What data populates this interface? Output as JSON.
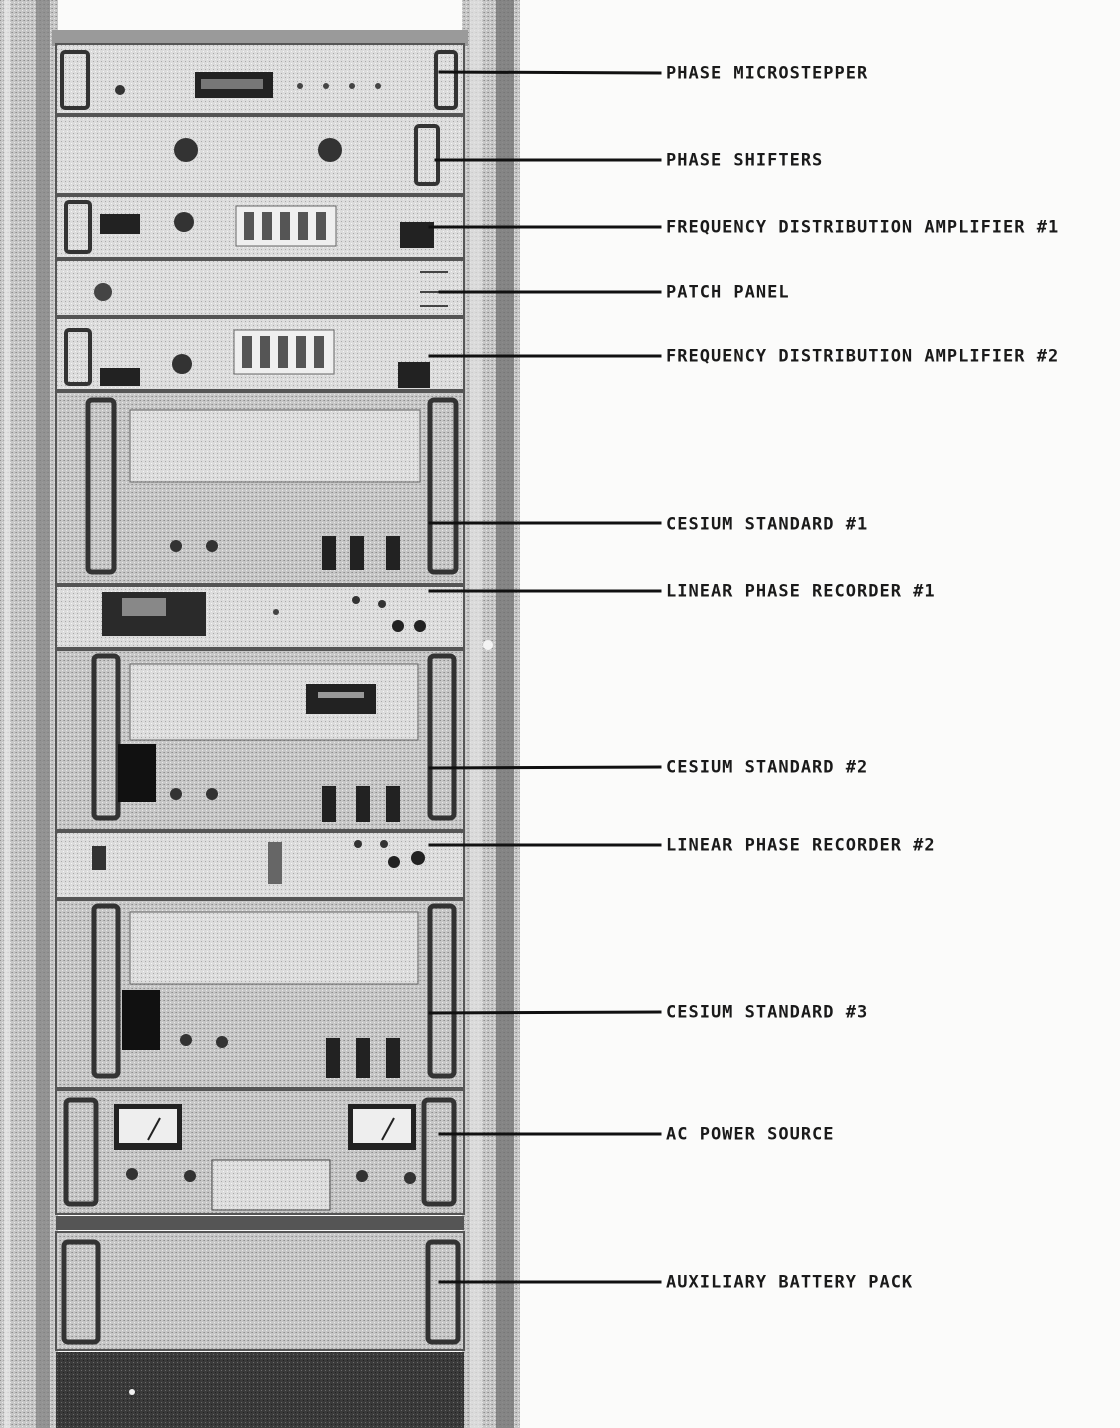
{
  "figure": {
    "callouts": [
      {
        "id": "phase-microstepper",
        "label": "PHASE MICROSTEPPER"
      },
      {
        "id": "phase-shifters",
        "label": "PHASE SHIFTERS"
      },
      {
        "id": "frequency-distribution-amplifier-1",
        "label": "FREQUENCY DISTRIBUTION AMPLIFIER #1"
      },
      {
        "id": "patch-panel",
        "label": "PATCH PANEL"
      },
      {
        "id": "frequency-distribution-amplifier-2",
        "label": "FREQUENCY DISTRIBUTION AMPLIFIER #2"
      },
      {
        "id": "cesium-standard-1",
        "label": "CESIUM STANDARD #1"
      },
      {
        "id": "linear-phase-recorder-1",
        "label": "LINEAR PHASE RECORDER #1"
      },
      {
        "id": "cesium-standard-2",
        "label": "CESIUM STANDARD #2"
      },
      {
        "id": "linear-phase-recorder-2",
        "label": "LINEAR PHASE RECORDER #2"
      },
      {
        "id": "cesium-standard-3",
        "label": "CESIUM STANDARD #3"
      },
      {
        "id": "ac-power-source",
        "label": "AC POWER SOURCE"
      },
      {
        "id": "auxiliary-battery-pack",
        "label": "AUXILIARY BATTERY PACK"
      }
    ],
    "colors": {
      "paper": "#fbfbfa",
      "rack_frame": "#8a8a8a",
      "panel": "#c9c9c9",
      "ink": "#1a1a1a"
    }
  }
}
